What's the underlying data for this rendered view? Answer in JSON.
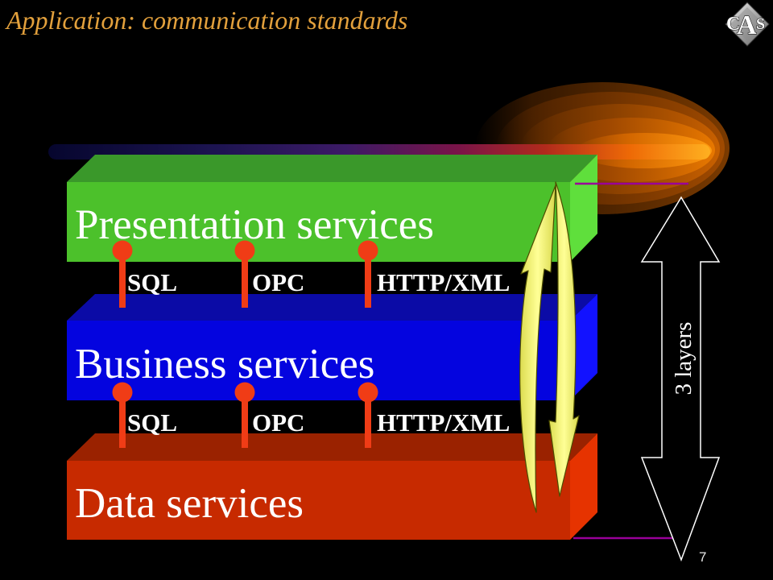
{
  "slide": {
    "title": "Application: communication standards",
    "page_number": "7"
  },
  "logo": {
    "letters": [
      "C",
      "A",
      "S"
    ]
  },
  "layers": [
    {
      "name": "Presentation services",
      "colors": {
        "top": "#3a982a",
        "front": "#4cc12b",
        "side": "#5fdf3c"
      }
    },
    {
      "name": "Business services",
      "colors": {
        "top": "#0b0ba6",
        "front": "#0404df",
        "side": "#1212ff"
      }
    },
    {
      "name": "Data services",
      "colors": {
        "top": "#9a2200",
        "front": "#c72a00",
        "side": "#e63300"
      }
    }
  ],
  "interfaces": [
    {
      "labels": [
        "SQL",
        "OPC",
        "HTTP/XML"
      ]
    },
    {
      "labels": [
        "SQL",
        "OPC",
        "HTTP/XML"
      ]
    }
  ],
  "side_arrow": {
    "label": "3 layers"
  },
  "colors": {
    "background": "#000000",
    "title": "#e2a03c",
    "text": "#ffffff",
    "connector": "#f03c16",
    "cycle_arrows": "#ffff96",
    "divider_lines": "#990099"
  }
}
